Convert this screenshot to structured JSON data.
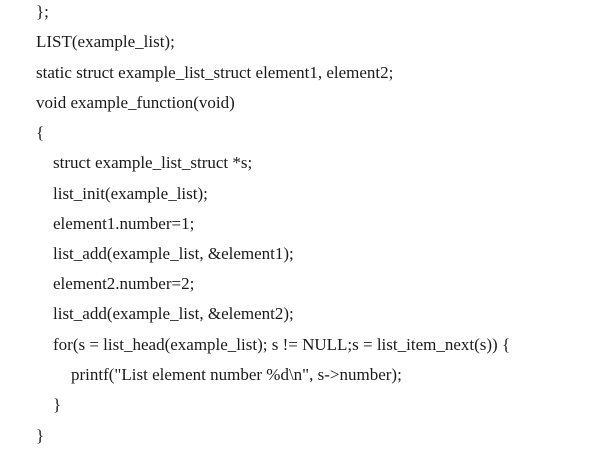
{
  "code": {
    "lines": [
      "};",
      "LIST(example_list);",
      "static struct example_list_struct element1, element2;",
      "void example_function(void)",
      "{",
      "struct example_list_struct *s;",
      "list_init(example_list);",
      "element1.number=1;",
      "list_add(example_list, &element1);",
      "element2.number=2;",
      "list_add(example_list, &element2);",
      "for(s = list_head(example_list); s != NULL;s = list_item_next(s)) {",
      "printf(\"List element number %d\\n\", s->number);",
      "}",
      "}"
    ]
  }
}
